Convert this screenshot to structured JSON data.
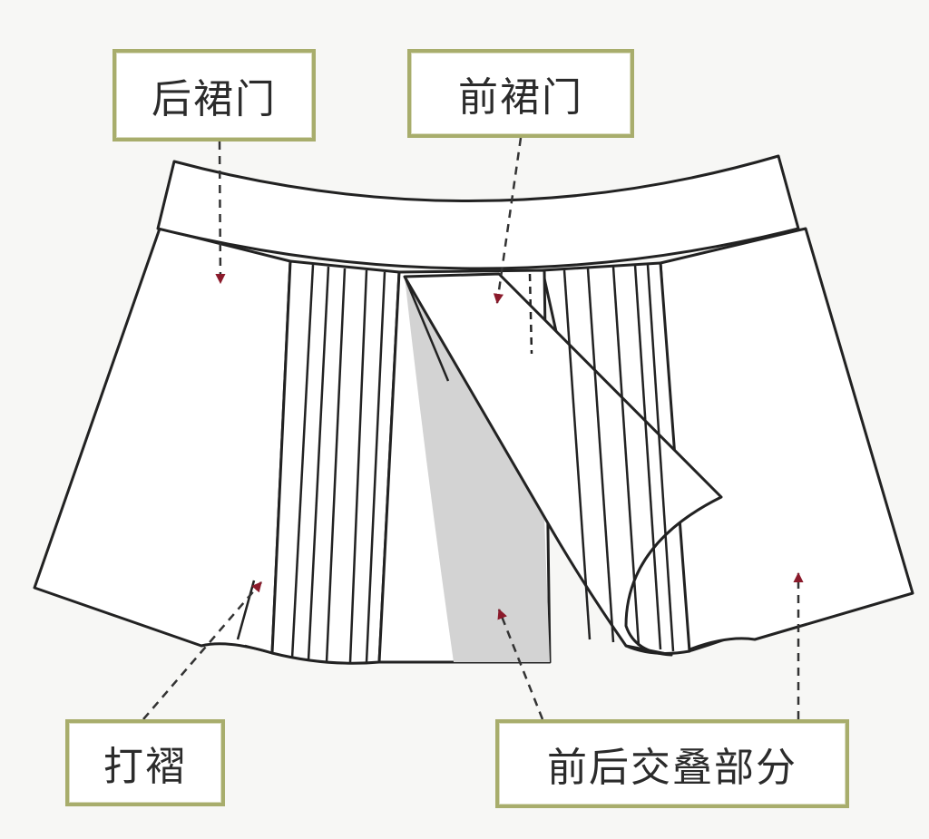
{
  "labels": {
    "back_panel": "后裙门",
    "front_panel": "前裙门",
    "pleats": "打褶",
    "overlap": "前后交叠部分"
  },
  "colors": {
    "box_border": "#a8ad6c",
    "arrow": "#8b1a2b",
    "outline": "#222222",
    "shade": "#d3d3d3"
  }
}
